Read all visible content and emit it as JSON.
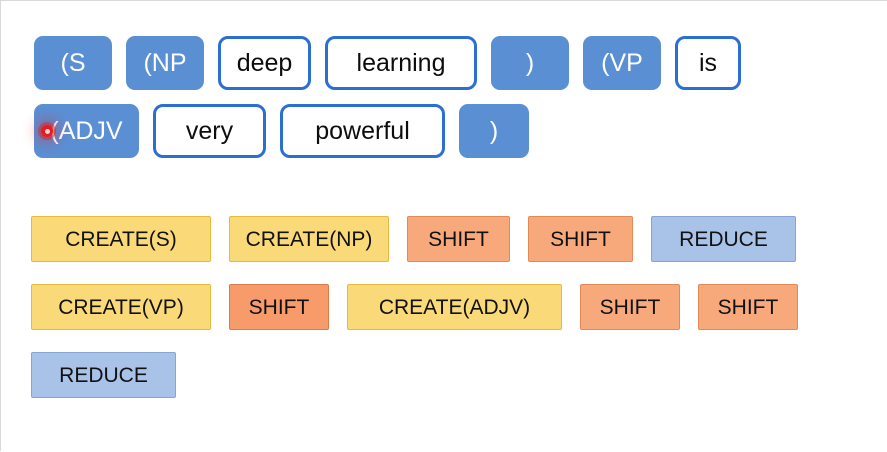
{
  "colors": {
    "background": "#ffffff",
    "chip_filled": "#5b8fd4",
    "chip_filled_text": "#ffffff",
    "chip_outline_border": "#2a6fd1",
    "chip_outline_text": "#0d0d0d",
    "action_create": "#f9d978",
    "action_shift": "#f8a97c",
    "action_reduce": "#a9c2e8",
    "cursor": "#e02020"
  },
  "parse_sequence": {
    "rows": [
      {
        "tokens": [
          {
            "label": "(S",
            "style": "filled",
            "width": "chip-w-s",
            "cursor": false
          },
          {
            "label": "(NP",
            "style": "filled",
            "width": "chip-w-np",
            "cursor": false
          },
          {
            "label": "deep",
            "style": "outline",
            "width": "chip-w-deep",
            "cursor": false
          },
          {
            "label": "learning",
            "style": "outline",
            "width": "chip-w-learn",
            "cursor": false
          },
          {
            "label": ")",
            "style": "filled",
            "width": "chip-w-close1",
            "cursor": false
          },
          {
            "label": "(VP",
            "style": "filled",
            "width": "chip-w-vp",
            "cursor": false
          },
          {
            "label": "is",
            "style": "outline",
            "width": "chip-w-is",
            "cursor": false
          }
        ]
      },
      {
        "tokens": [
          {
            "label": "(ADJV",
            "style": "filled",
            "width": "chip-w-adjv",
            "cursor": true
          },
          {
            "label": "very",
            "style": "outline",
            "width": "chip-w-very",
            "cursor": false
          },
          {
            "label": "powerful",
            "style": "outline",
            "width": "chip-w-power",
            "cursor": false
          },
          {
            "label": ")",
            "style": "filled",
            "width": "chip-w-close2",
            "cursor": false
          }
        ]
      }
    ]
  },
  "actions": {
    "rows": [
      {
        "items": [
          {
            "label": "CREATE(S)",
            "type": "create",
            "width": "act-w-create-s",
            "accent": false
          },
          {
            "label": "CREATE(NP)",
            "type": "create",
            "width": "act-w-create-np",
            "accent": false
          },
          {
            "label": "SHIFT",
            "type": "shift",
            "width": "act-w-shift-a",
            "accent": false
          },
          {
            "label": "SHIFT",
            "type": "shift",
            "width": "act-w-shift-b",
            "accent": false
          },
          {
            "label": "REDUCE",
            "type": "reduce",
            "width": "act-w-reduce-1",
            "accent": false
          }
        ]
      },
      {
        "items": [
          {
            "label": "CREATE(VP)",
            "type": "create",
            "width": "act-w-create-vp",
            "accent": false
          },
          {
            "label": "SHIFT",
            "type": "shift",
            "width": "act-w-shift-c",
            "accent": true
          },
          {
            "label": "CREATE(ADJV)",
            "type": "create",
            "width": "act-w-create-adjv",
            "accent": false
          },
          {
            "label": "SHIFT",
            "type": "shift",
            "width": "act-w-shift-d",
            "accent": false
          },
          {
            "label": "SHIFT",
            "type": "shift",
            "width": "act-w-shift-e",
            "accent": false
          }
        ]
      },
      {
        "items": [
          {
            "label": "REDUCE",
            "type": "reduce",
            "width": "act-w-reduce-2",
            "accent": false
          }
        ]
      }
    ]
  }
}
